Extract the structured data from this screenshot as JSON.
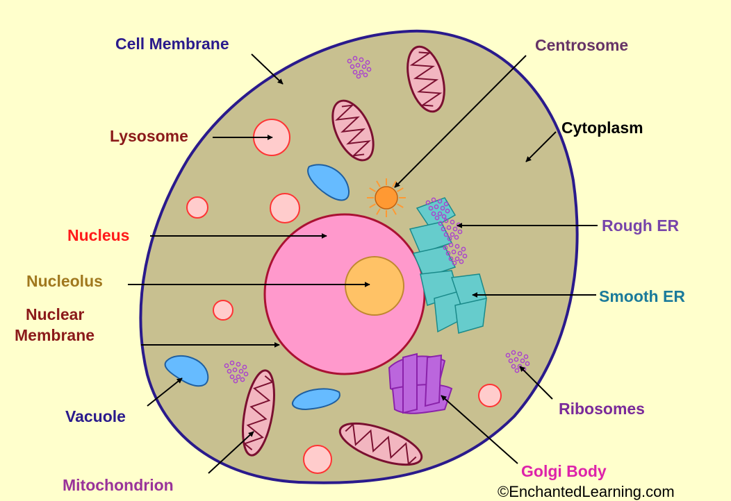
{
  "labels": {
    "cell_membrane": "Cell Membrane",
    "centrosome": "Centrosome",
    "lysosome": "Lysosome",
    "cytoplasm": "Cytoplasm",
    "nucleus": "Nucleus",
    "rough_er": "Rough ER",
    "nucleolus": "Nucleolus",
    "smooth_er": "Smooth ER",
    "nuclear_membrane_line1": "Nuclear",
    "nuclear_membrane_line2": "Membrane",
    "vacuole": "Vacuole",
    "ribosomes": "Ribosomes",
    "mitochondrion": "Mitochondrion",
    "golgi_body": "Golgi Body"
  },
  "copyright": "©EnchantedLearning.com",
  "colors": {
    "background": "#FFFFCC",
    "cytoplasm": "#C8C090",
    "cell_membrane": "#2A1A8C",
    "nucleus": "#FF99CC",
    "nuclear_membrane": "#AA1133",
    "nucleolus": "#FFC266",
    "lysosome": "#FFCCCC",
    "lysosome_edge": "#FF3333",
    "vacuole": "#66BBFF",
    "mitochondrion": "#F2B6C0",
    "mitochondrion_edge": "#7A1030",
    "er": "#66CCCC",
    "golgi": "#BB66DD",
    "ribosome": "#AA44CC",
    "centrosome": "#FF9933",
    "label_cell_membrane": "#2A1A8C",
    "label_centrosome": "#663366",
    "label_lysosome": "#8B1A1A",
    "label_cytoplasm": "#000000",
    "label_nucleus": "#FF1A1A",
    "label_rough_er": "#7744AA",
    "label_nucleolus": "#A0781E",
    "label_smooth_er": "#1A7A9A",
    "label_nuclear_membrane": "#8B1A1A",
    "label_vacuole": "#2A1A8C",
    "label_ribosomes": "#7A2A9A",
    "label_mitochondrion": "#993399",
    "label_golgi_body": "#DD22AA"
  }
}
